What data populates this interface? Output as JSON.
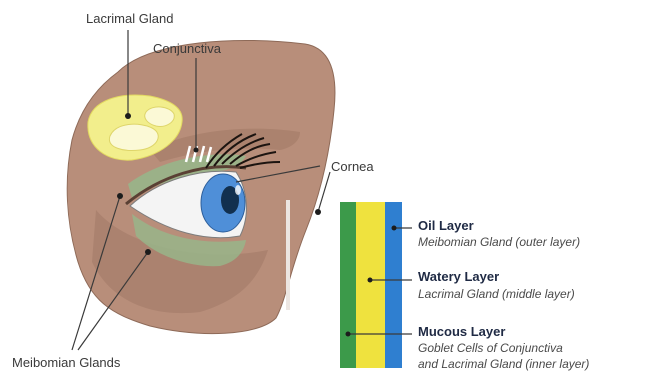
{
  "labels": {
    "lacrimal_gland": "Lacrimal Gland",
    "conjunctiva": "Conjunctiva",
    "cornea": "Cornea",
    "meibomian_glands": "Meibomian Glands"
  },
  "tear_film": {
    "layers": [
      {
        "name": "Oil Layer",
        "source_line1": "Meibomian Gland (outer layer)",
        "source_line2": "",
        "color": "#2f7fd0"
      },
      {
        "name": "Watery Layer",
        "source_line1": "Lacrimal Gland (middle layer)",
        "source_line2": "",
        "color": "#efe23e"
      },
      {
        "name": "Mucous Layer",
        "source_line1": "Goblet Cells of Conjunctiva",
        "source_line2": "and Lacrimal Gland (inner layer)",
        "color": "#3c9a4a"
      }
    ]
  },
  "colors": {
    "skin": "#b88e7a",
    "skin_shadow": "#9c7462",
    "gland_yellow": "#f2ee8c",
    "gland_light": "#fbf9d6",
    "conjunctiva_green": "#98b58a",
    "iris_blue": "#4f8fd8",
    "pupil": "#12304f",
    "leader_line": "#3a3a3a"
  }
}
